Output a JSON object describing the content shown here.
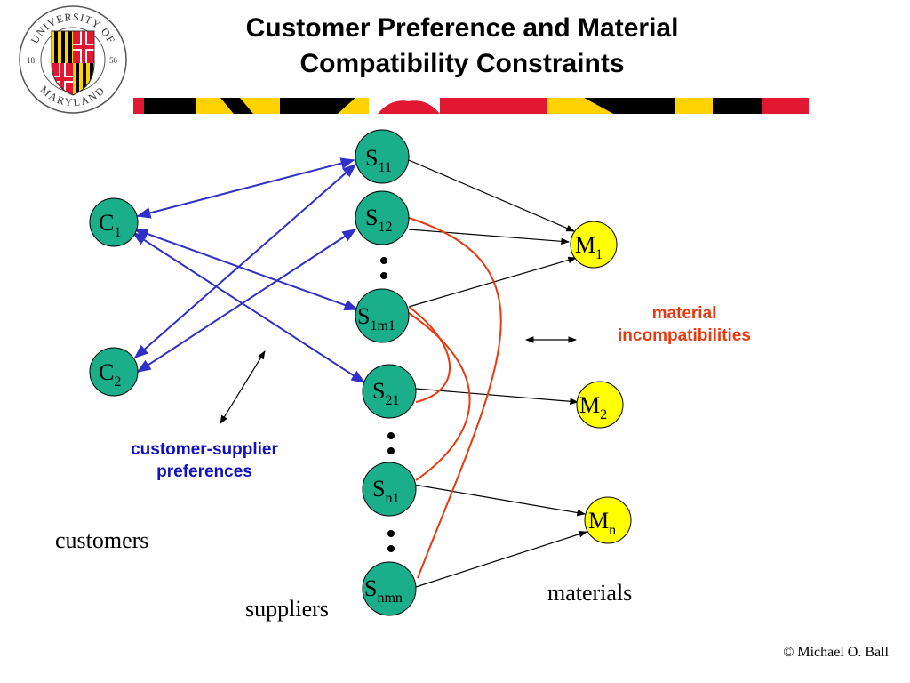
{
  "slide": {
    "title_line1": "Customer Preference and Material",
    "title_line2": "Compatibility Constraints",
    "copyright": "© Michael O. Ball"
  },
  "logo": {
    "top_text": "UNIVERSITY OF",
    "bottom_text": "MARYLAND",
    "year_left": "18",
    "year_right": "56"
  },
  "labels": {
    "customers": "customers",
    "suppliers": "suppliers",
    "materials": "materials",
    "preferences_line1": "customer-supplier",
    "preferences_line2": "preferences",
    "incompat_line1": "material",
    "incompat_line2": "incompatibilities"
  },
  "nodes": {
    "customers": [
      {
        "base": "C",
        "sub": "1"
      },
      {
        "base": "C",
        "sub": "2"
      }
    ],
    "suppliers": [
      {
        "base": "S",
        "sub": "11"
      },
      {
        "base": "S",
        "sub": "12"
      },
      {
        "base": "S",
        "sub": "1m1"
      },
      {
        "base": "S",
        "sub": "21"
      },
      {
        "base": "S",
        "sub": "n1"
      },
      {
        "base": "S",
        "sub": "nmn"
      }
    ],
    "materials": [
      {
        "base": "M",
        "sub": "1"
      },
      {
        "base": "M",
        "sub": "2"
      },
      {
        "base": "M",
        "sub": "n"
      }
    ]
  },
  "colors": {
    "customer_fill": "#1aaf8a",
    "supplier_fill": "#1aaf8a",
    "material_fill": "#ffff00",
    "preference_edge": "#3030c8",
    "incompat_edge": "#e8380d",
    "supply_edge": "#000000",
    "md_red": "#e21833",
    "md_gold": "#ffd200",
    "md_black": "#000000"
  }
}
